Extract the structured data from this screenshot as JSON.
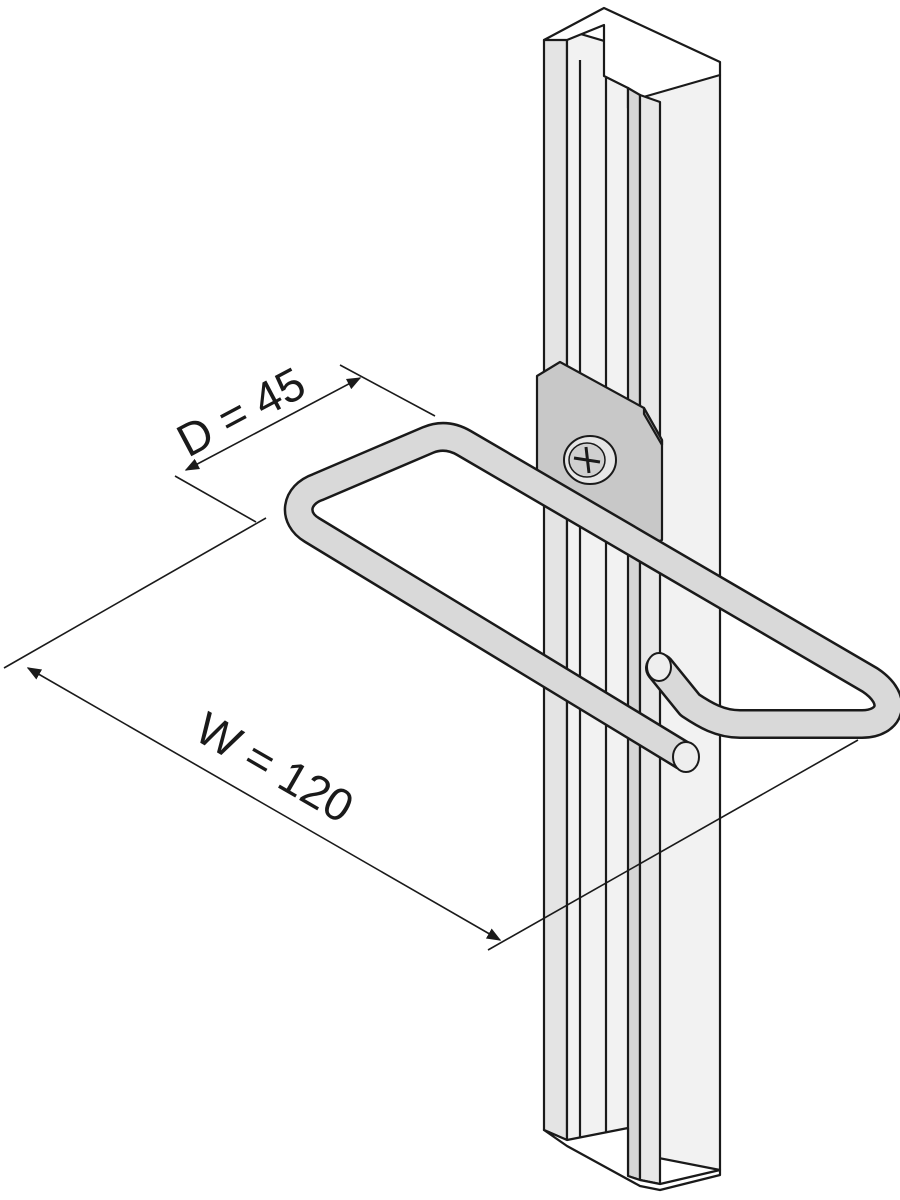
{
  "dimensions": {
    "depth": {
      "text": "D = 45",
      "value": 45
    },
    "width": {
      "text": "W = 120",
      "value": 120
    }
  },
  "colors": {
    "line": "#1a1a1a",
    "rail_face": "#f2f2f2",
    "rail_shade": "#d6d6d6",
    "bracket": "#c8c8c8",
    "rod": "#d9d9d9",
    "background": "#ffffff"
  }
}
